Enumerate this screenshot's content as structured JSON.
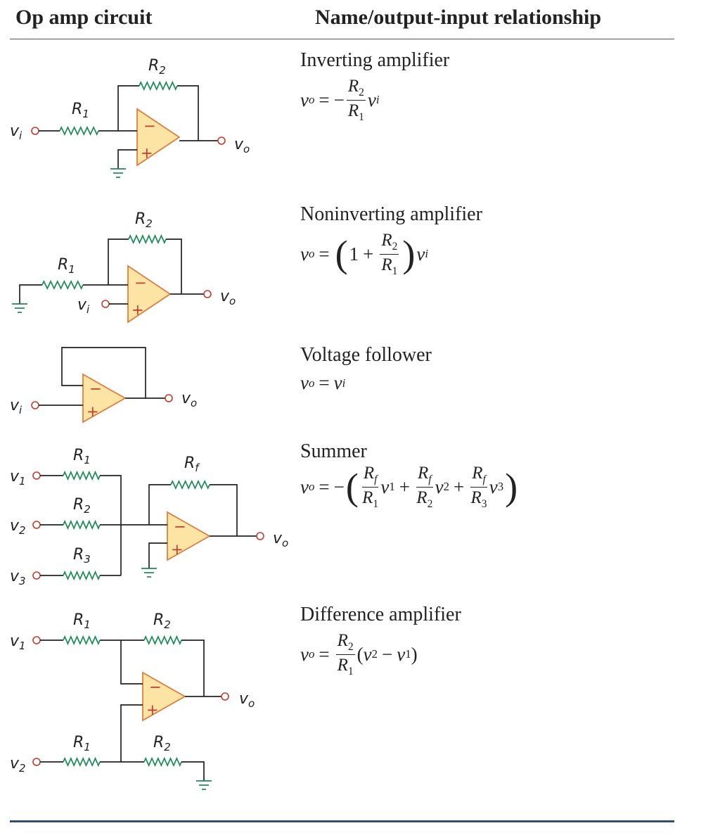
{
  "headers": {
    "circuit": "Op amp circuit",
    "relation": "Name/output-input relationship"
  },
  "rows": [
    {
      "name": "Inverting amplifier"
    },
    {
      "name": "Noninverting amplifier"
    },
    {
      "name": "Voltage follower"
    },
    {
      "name": "Summer"
    },
    {
      "name": "Difference amplifier"
    }
  ],
  "labels": {
    "v": "v",
    "R": "R",
    "i": "i",
    "o": "o",
    "one": "1",
    "two": "2",
    "three": "3",
    "f": "f",
    "minus": "−",
    "plus": "+",
    "equals": "="
  },
  "colors": {
    "opamp_fill": "#fbe4a4",
    "opamp_stroke": "#e07a3a",
    "resistor": "#1b8a55",
    "terminal": "#c73a2e",
    "rule_bottom": "#2f4f73"
  }
}
